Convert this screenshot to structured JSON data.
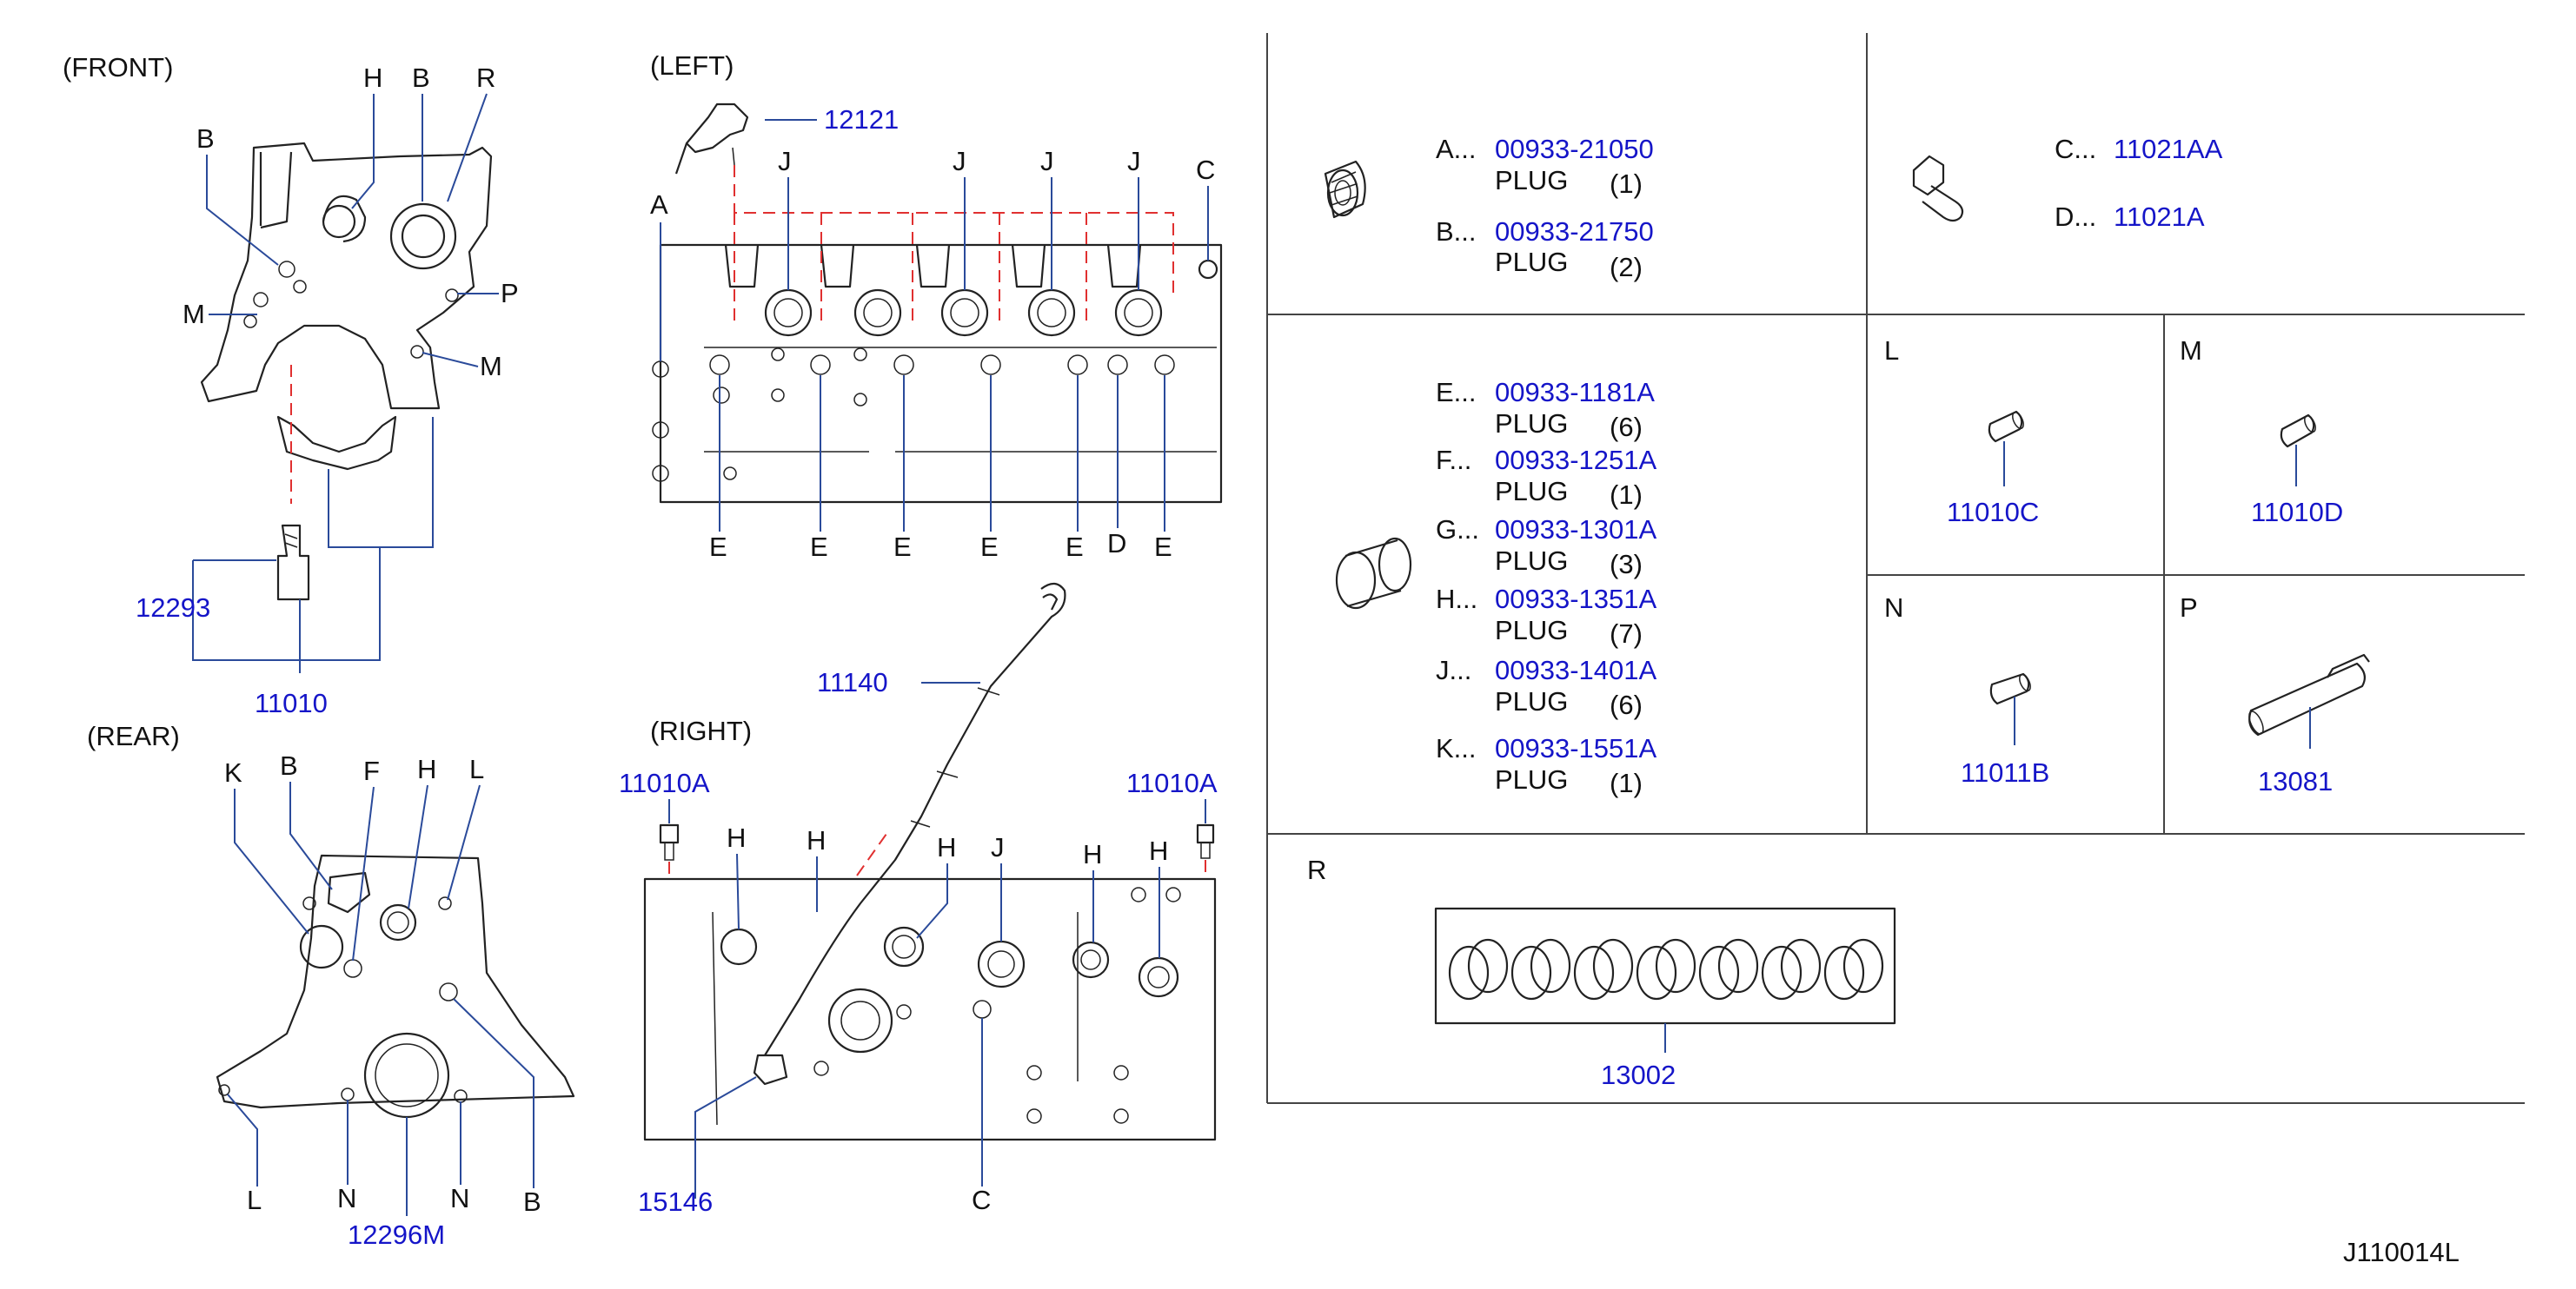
{
  "views": {
    "front": "(FRONT)",
    "left": "(LEFT)",
    "rear": "(REAR)",
    "right": "(RIGHT)"
  },
  "part_numbers": {
    "p12121": "12121",
    "p12293": "12293",
    "p11010": "11010",
    "p11140": "11140",
    "p11010a_left": "11010A",
    "p11010a_right": "11010A",
    "p15146": "15146",
    "p12296m": "12296M"
  },
  "callouts": {
    "front": [
      "H",
      "B",
      "R",
      "B",
      "M",
      "P",
      "M"
    ],
    "left_top": [
      "J",
      "J",
      "J",
      "J",
      "C",
      "A"
    ],
    "left_bottom": [
      "E",
      "E",
      "E",
      "E",
      "E",
      "D",
      "E"
    ],
    "rear_top": [
      "K",
      "B",
      "F",
      "H",
      "L"
    ],
    "rear_bottom": [
      "L",
      "N",
      "N",
      "B"
    ],
    "right_top": [
      "H",
      "H",
      "H",
      "J",
      "H",
      "H"
    ],
    "right_bottom": "C"
  },
  "table": {
    "a": {
      "code": "A...",
      "pn": "00933-21050",
      "desc": "PLUG",
      "qty": "(1)"
    },
    "b": {
      "code": "B...",
      "pn": "00933-21750",
      "desc": "PLUG",
      "qty": "(2)"
    },
    "c": {
      "code": "C...",
      "pn": "11021AA"
    },
    "d": {
      "code": "D...",
      "pn": "11021A"
    },
    "e": {
      "code": "E...",
      "pn": "00933-1181A",
      "desc": "PLUG",
      "qty": "(6)"
    },
    "f": {
      "code": "F...",
      "pn": "00933-1251A",
      "desc": "PLUG",
      "qty": "(1)"
    },
    "g": {
      "code": "G...",
      "pn": "00933-1301A",
      "desc": "PLUG",
      "qty": "(3)"
    },
    "h": {
      "code": "H...",
      "pn": "00933-1351A",
      "desc": "PLUG",
      "qty": "(7)"
    },
    "j": {
      "code": "J...",
      "pn": "00933-1401A",
      "desc": "PLUG",
      "qty": "(6)"
    },
    "k": {
      "code": "K...",
      "pn": "00933-1551A",
      "desc": "PLUG",
      "qty": "(1)"
    },
    "l": {
      "letter": "L",
      "pn": "11010C"
    },
    "m": {
      "letter": "M",
      "pn": "11010D"
    },
    "n": {
      "letter": "N",
      "pn": "11011B"
    },
    "p": {
      "letter": "P",
      "pn": "13081"
    },
    "r": {
      "letter": "R",
      "pn": "13002"
    }
  },
  "figure_id": "J110014L"
}
